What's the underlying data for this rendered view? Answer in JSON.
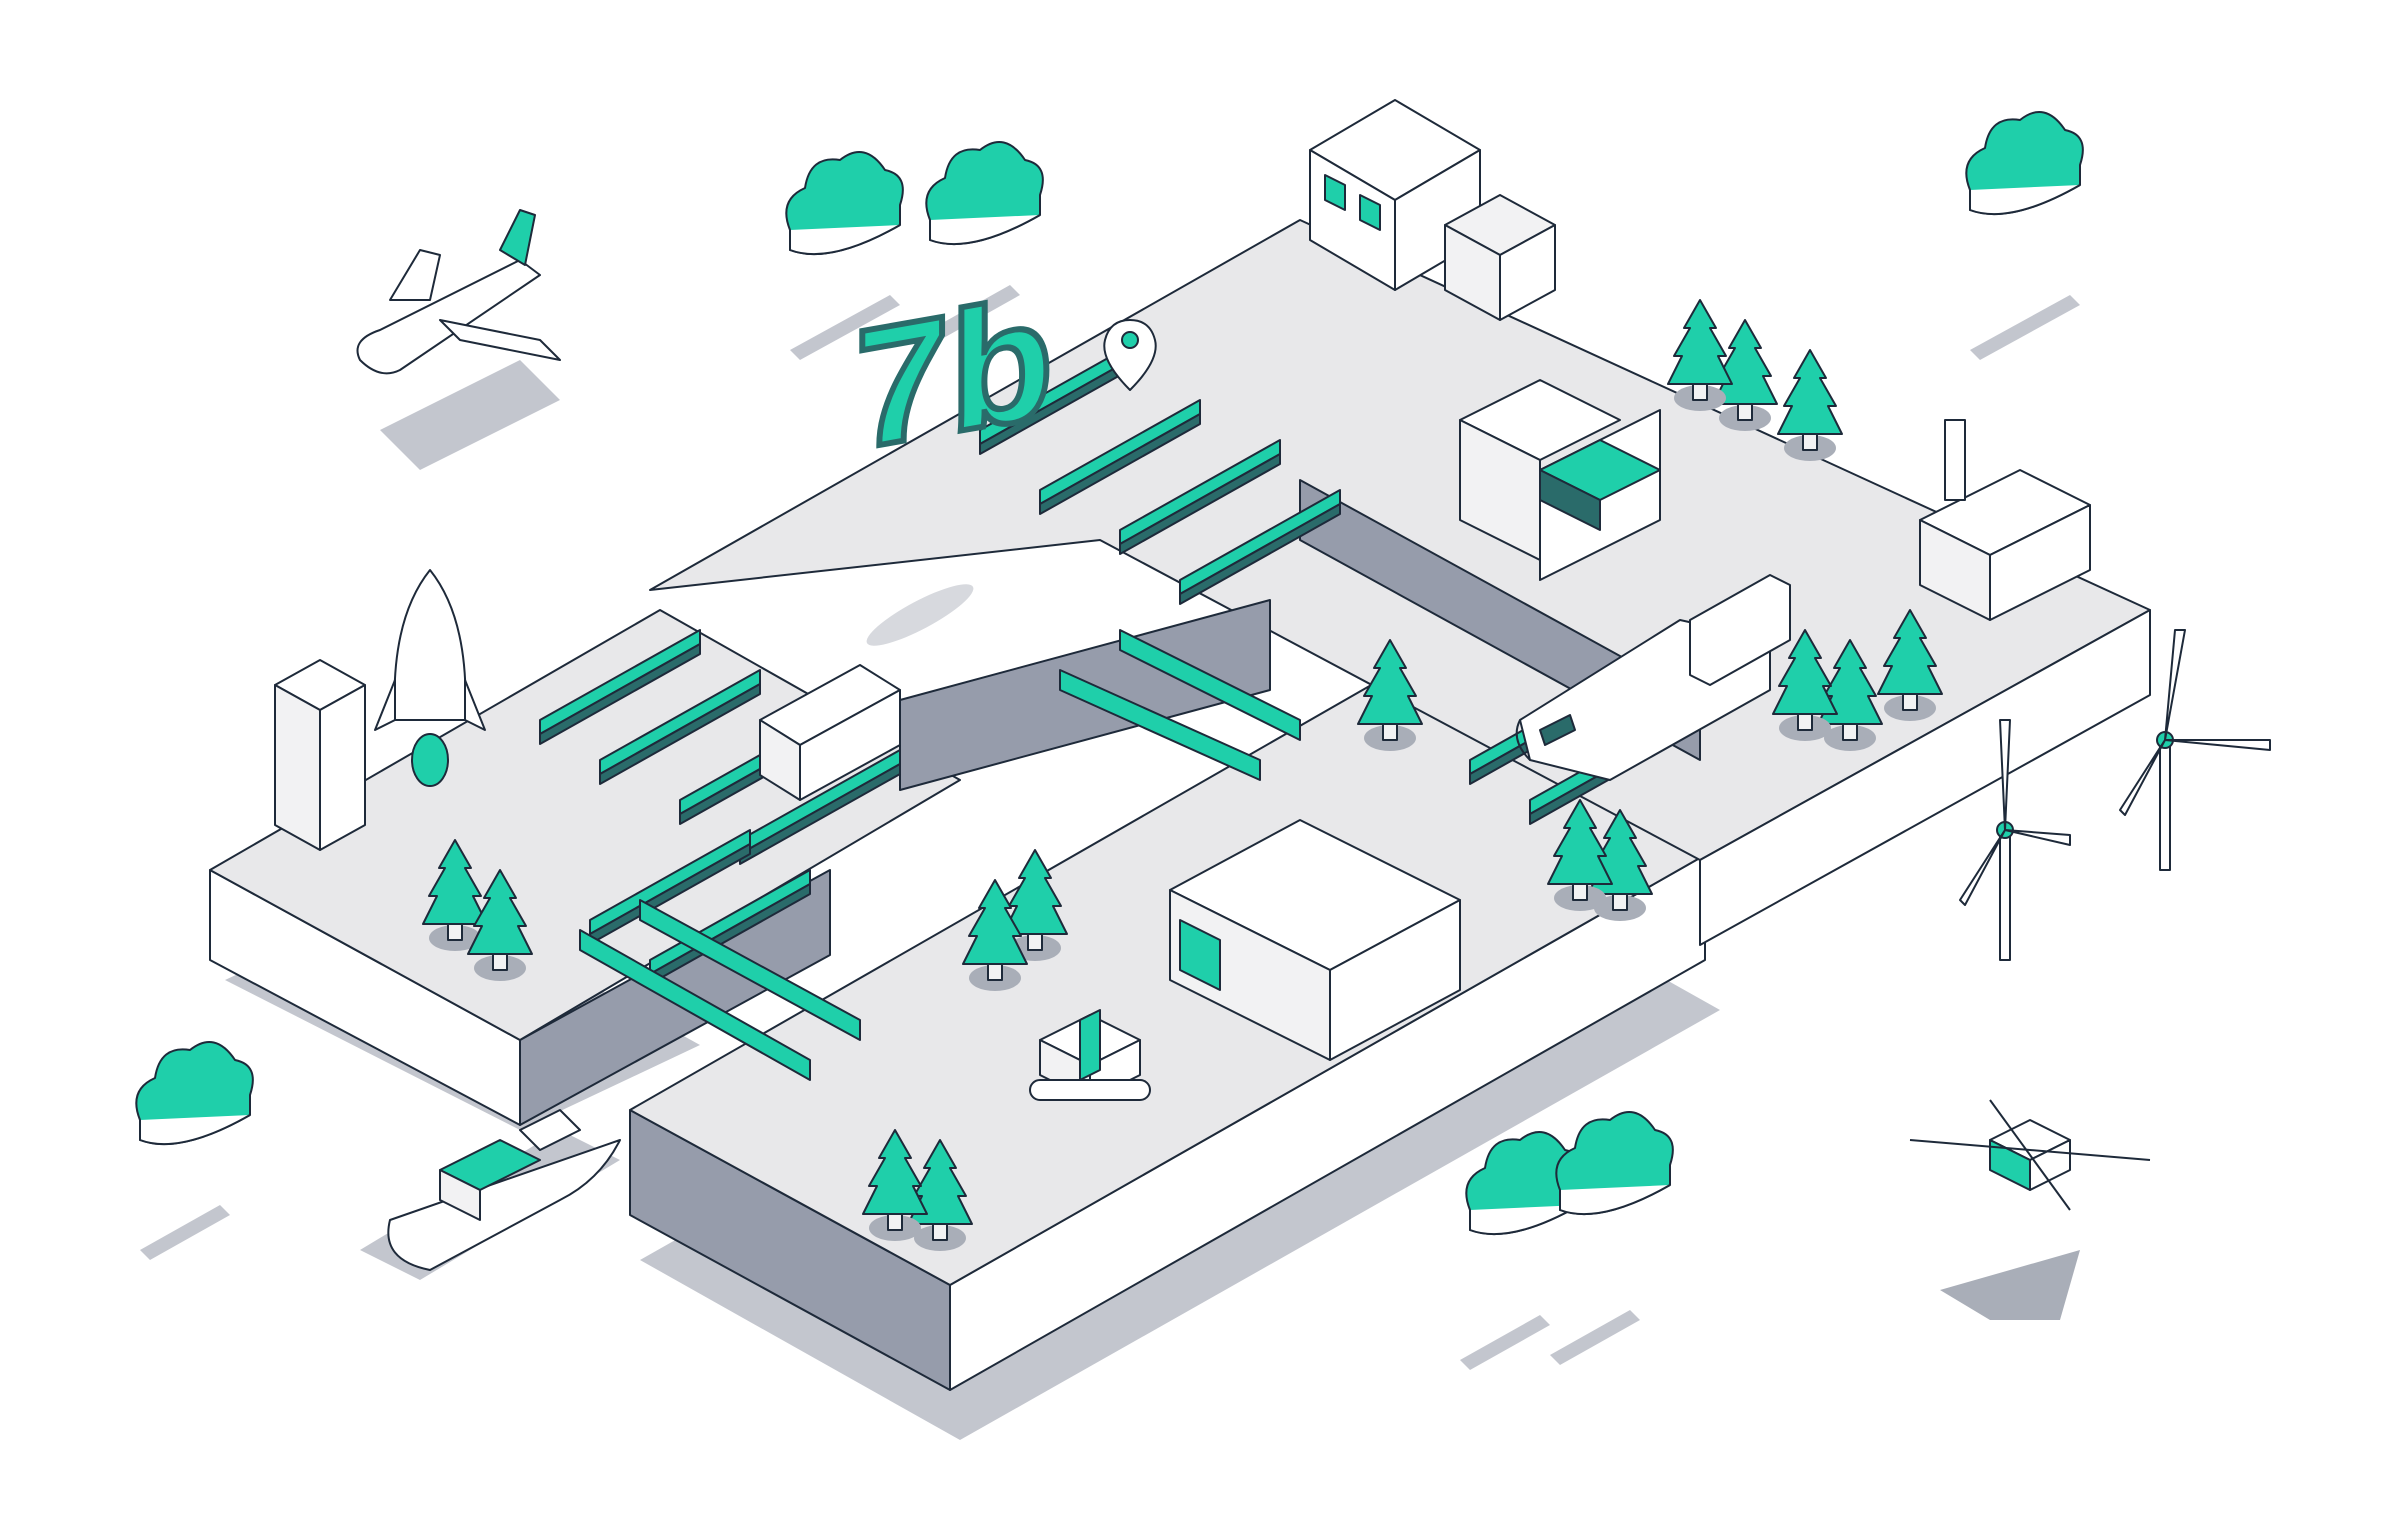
{
  "scene": {
    "title": "Isometric logistics city illustration",
    "logo_text": "7b",
    "colors": {
      "mint": "#1fcfaa",
      "teal_dark": "#2a6b6a",
      "outline": "#1e2a3a",
      "ground_top": "#e8e8ea",
      "wall_dark": "#969cab",
      "wall_light": "#ffffff",
      "shadow": "#b9bdc6",
      "background": "#ffffff"
    },
    "objects": [
      "airplane",
      "clouds",
      "shop",
      "house",
      "warehouse",
      "containers",
      "train",
      "truck",
      "rocket",
      "tower",
      "factory",
      "wind-turbines",
      "drone",
      "ship",
      "robot-box-carrier",
      "bridges",
      "trees",
      "location-pin",
      "logo"
    ]
  }
}
